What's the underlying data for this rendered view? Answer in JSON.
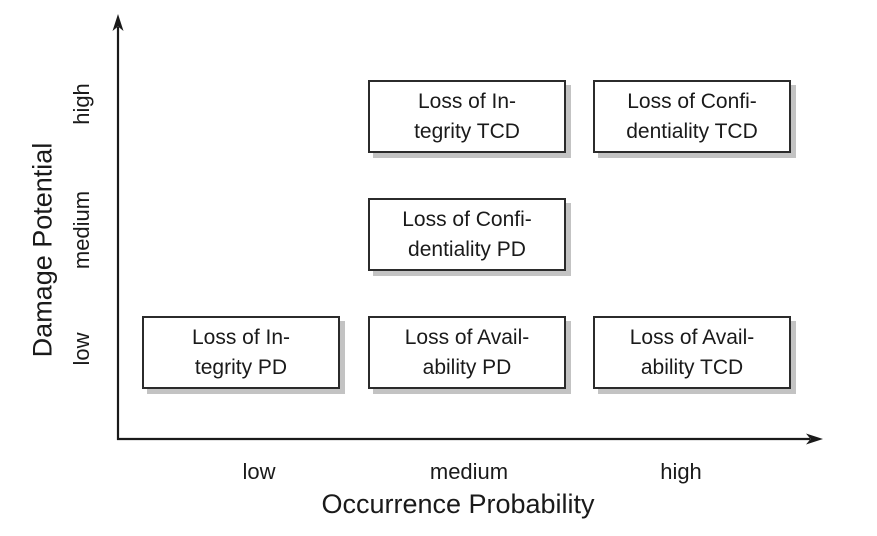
{
  "chart_data": {
    "type": "scatter",
    "title": "",
    "xlabel": "Occurrence Probability",
    "ylabel": "Damage Potential",
    "x_tick_labels": [
      "low",
      "medium",
      "high"
    ],
    "y_tick_labels": [
      "low",
      "medium",
      "high"
    ],
    "grid": false,
    "legend": false,
    "points": [
      {
        "label": "Loss of Integrity TCD",
        "line1": "Loss of In-",
        "line2": "tegrity TCD",
        "x": "medium",
        "y": "high"
      },
      {
        "label": "Loss of Confidentiality TCD",
        "line1": "Loss of Confi-",
        "line2": "dentiality TCD",
        "x": "high",
        "y": "high"
      },
      {
        "label": "Loss of Confidentiality PD",
        "line1": "Loss of Confi-",
        "line2": "dentiality PD",
        "x": "medium",
        "y": "medium"
      },
      {
        "label": "Loss of Integrity PD",
        "line1": "Loss of In-",
        "line2": "tegrity PD",
        "x": "low",
        "y": "low"
      },
      {
        "label": "Loss of Availability PD",
        "line1": "Loss of Avail-",
        "line2": "ability PD",
        "x": "medium",
        "y": "low"
      },
      {
        "label": "Loss of Availability TCD",
        "line1": "Loss of Avail-",
        "line2": "ability TCD",
        "x": "high",
        "y": "low"
      }
    ]
  },
  "colors": {
    "background": "#ffffff",
    "axis": "#1a1a1a",
    "text": "#1a1a1a",
    "box_border": "#2b2b2b",
    "box_fill": "#ffffff",
    "box_shadow": "#c3c3c3"
  }
}
